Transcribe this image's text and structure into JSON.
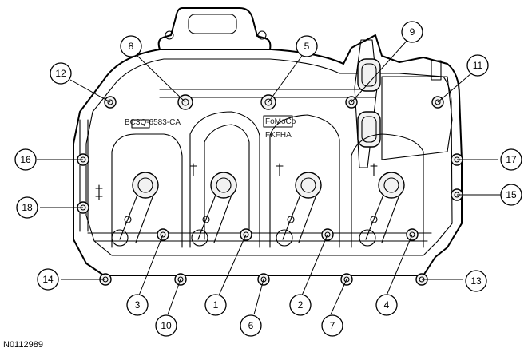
{
  "figure": {
    "id": "N0112989"
  },
  "part_markings": {
    "part_number": "BC3Q-6583-CA",
    "maker": "FoMoCo",
    "code": "FKFHA"
  },
  "callouts": [
    "1",
    "2",
    "3",
    "4",
    "5",
    "6",
    "7",
    "8",
    "9",
    "10",
    "11",
    "12",
    "13",
    "14",
    "15",
    "16",
    "17",
    "18"
  ]
}
